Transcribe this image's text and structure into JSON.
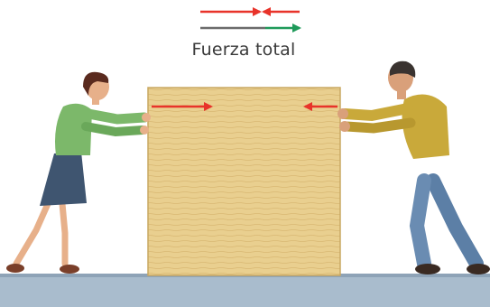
{
  "caption": "Fuerza total",
  "colors": {
    "force_arrow": "#e8332a",
    "total_force_arrow": "#1f9a5a",
    "reference_line": "#6b6b6b",
    "box_fill": "#e9cf8f",
    "floor": "#a9bccd",
    "woman_shirt": "#7cb86a",
    "woman_skirt": "#3f5570",
    "man_shirt": "#c9a93a",
    "man_pants": "#5c7fa6"
  },
  "icons": {
    "box": "wooden-crate",
    "woman": "person-pushing-right",
    "man": "person-pushing-left"
  }
}
